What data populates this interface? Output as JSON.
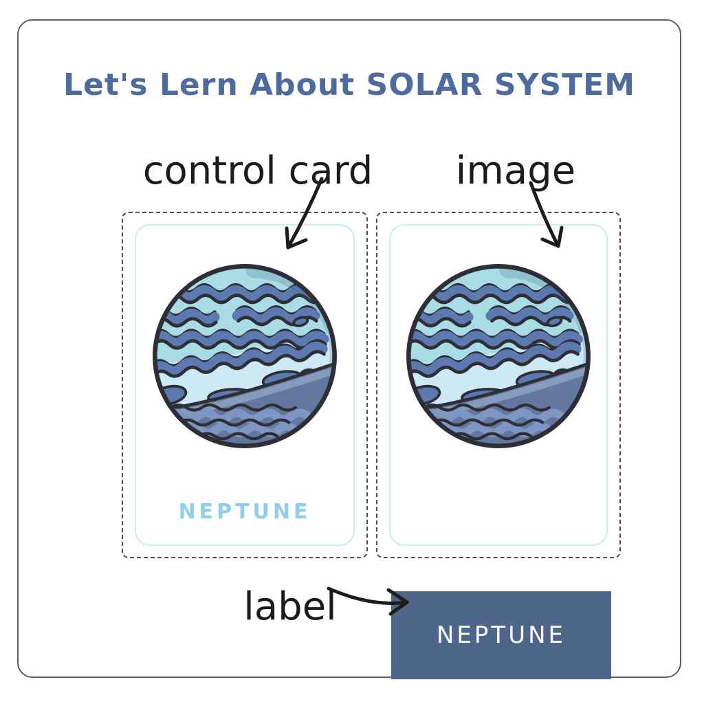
{
  "header": {
    "title": "Let's Lern About SOLAR SYSTEM"
  },
  "annotations": {
    "control_card": "control card",
    "image": "image",
    "label": "label"
  },
  "control_card": {
    "caption": "NEPTUNE",
    "planet": "Neptune"
  },
  "image_card": {
    "planet": "Neptune"
  },
  "label_box": {
    "text": "NEPTUNE"
  },
  "colors": {
    "title": "#4d6b9c",
    "annotation_ink": "#1b1b1b",
    "dashed_border": "#4f4f4f",
    "inner_card_border": "#cfe8f2",
    "caption": "#8fcfe9",
    "label_box_bg": "#4d6689",
    "label_box_text": "#ffffff",
    "planet_teal": "#a9dce4",
    "planet_pale": "#cde9f6",
    "planet_slate": "#64789f",
    "planet_band": "#5c79b0",
    "planet_stripe": "#7e96c3",
    "planet_outline": "#2d2e36"
  }
}
